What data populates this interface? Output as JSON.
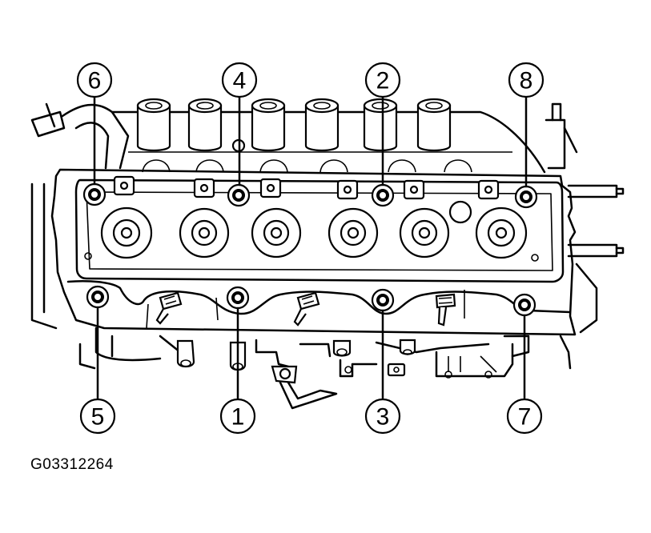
{
  "figure": {
    "id_text": "G03312264"
  },
  "callouts": [
    {
      "label": "6",
      "ref": "bolt-6"
    },
    {
      "label": "4",
      "ref": "bolt-4"
    },
    {
      "label": "2",
      "ref": "bolt-2"
    },
    {
      "label": "8",
      "ref": "bolt-8"
    },
    {
      "label": "5",
      "ref": "bolt-5"
    },
    {
      "label": "1",
      "ref": "bolt-1"
    },
    {
      "label": "3",
      "ref": "bolt-3"
    },
    {
      "label": "7",
      "ref": "bolt-7"
    }
  ]
}
